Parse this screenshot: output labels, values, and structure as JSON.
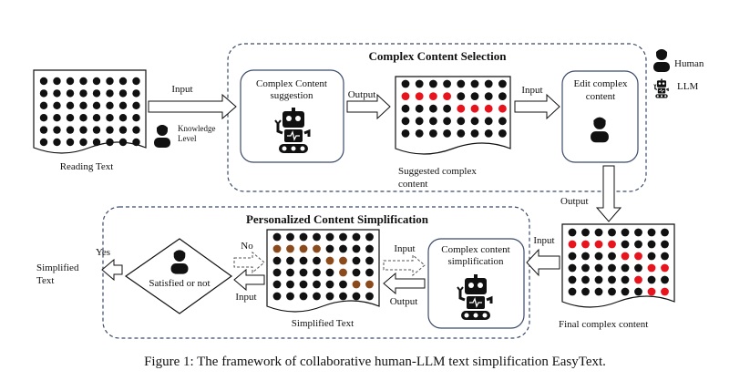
{
  "groups": {
    "selection_title": "Complex Content Selection",
    "simplification_title": "Personalized Content Simplification"
  },
  "legend": {
    "human": "Human",
    "llm": "LLM"
  },
  "nodes": {
    "reading_text": "Reading Text",
    "knowledge_level": [
      "Knowledge",
      "Level"
    ],
    "suggestion_box": [
      "Complex Content",
      "suggestion"
    ],
    "suggested_content": [
      "Suggested complex",
      "content"
    ],
    "edit_box": [
      "Edit complex",
      "content"
    ],
    "final_content": "Final complex content",
    "simplification_box": [
      "Complex content",
      "simplification"
    ],
    "simplified_text": "Simplified Text",
    "satisfied": "Satisfied or not",
    "simplified_output": [
      "Simplified",
      "Text"
    ]
  },
  "edges": {
    "input_1": "Input",
    "output_1": "Output",
    "input_2": "Input",
    "output_2": "Output",
    "input_3": "Input",
    "input_4": "Input",
    "output_3": "Output",
    "no": "No",
    "input_5": "Input",
    "yes": "Yes"
  },
  "colors": {
    "black_dot": "#111111",
    "red_dot": "#e8141d",
    "brown_dot": "#8b4a1c",
    "group_border": "#3b4a6b"
  },
  "dot_grids": {
    "reading_text": {
      "rows": 6,
      "cols": 8,
      "highlight": {}
    },
    "suggested_content": {
      "rows": 5,
      "cols": 8,
      "highlight": {
        "red_dot": [
          [
            1,
            0
          ],
          [
            1,
            1
          ],
          [
            1,
            2
          ],
          [
            1,
            3
          ],
          [
            2,
            4
          ],
          [
            2,
            5
          ],
          [
            2,
            6
          ],
          [
            2,
            7
          ]
        ]
      }
    },
    "final_content": {
      "rows": 6,
      "cols": 8,
      "highlight": {
        "red_dot": [
          [
            1,
            0
          ],
          [
            1,
            1
          ],
          [
            1,
            2
          ],
          [
            1,
            3
          ],
          [
            2,
            4
          ],
          [
            2,
            5
          ],
          [
            3,
            6
          ],
          [
            3,
            7
          ],
          [
            4,
            5
          ],
          [
            5,
            6
          ],
          [
            5,
            7
          ]
        ]
      }
    },
    "simplified_text": {
      "rows": 6,
      "cols": 8,
      "highlight": {
        "brown_dot": [
          [
            1,
            0
          ],
          [
            1,
            1
          ],
          [
            1,
            2
          ],
          [
            1,
            3
          ],
          [
            2,
            4
          ],
          [
            2,
            5
          ],
          [
            3,
            5
          ],
          [
            4,
            6
          ],
          [
            4,
            7
          ]
        ]
      }
    }
  },
  "caption": "Figure 1: The framework of collaborative human-LLM text simplification EasyText."
}
